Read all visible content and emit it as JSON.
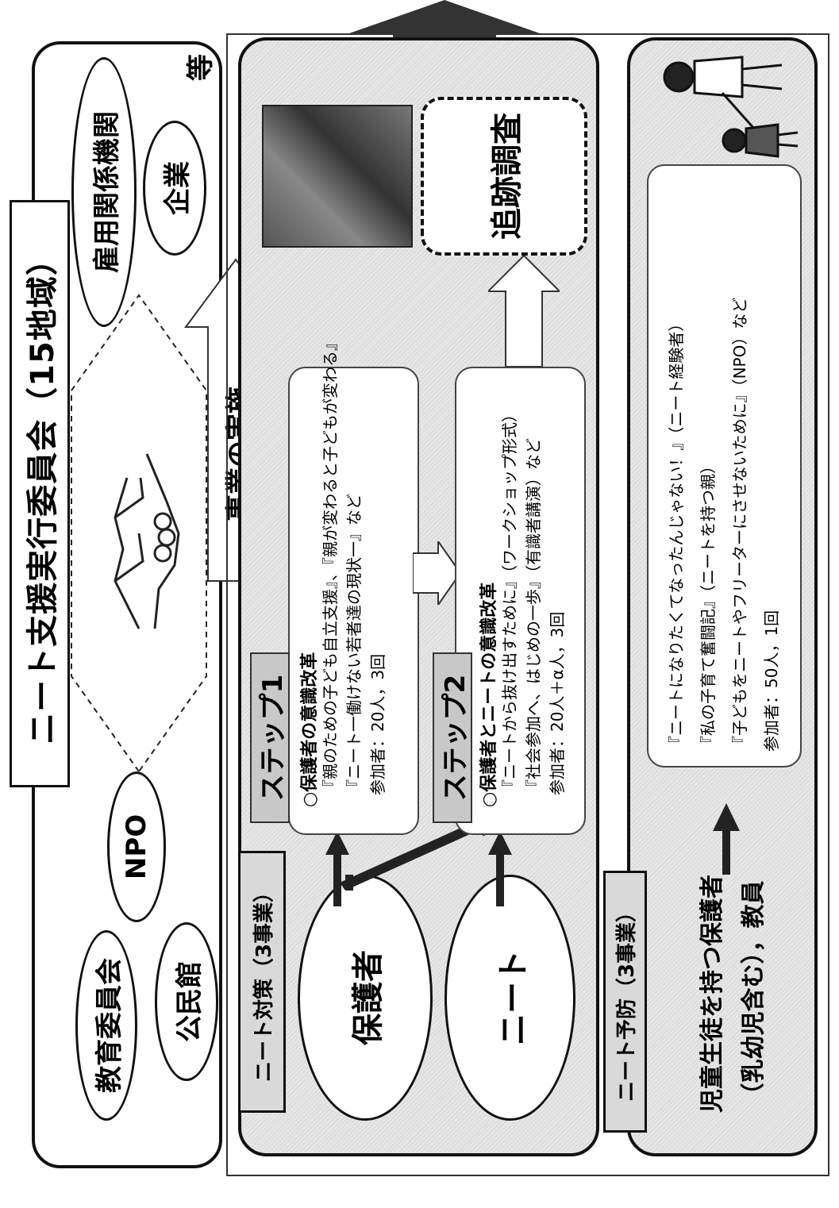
{
  "committee": {
    "title": "ニート支援実行委員会（15地域）",
    "members": [
      "教育委員会",
      "NPO",
      "公民館",
      "雇用関係機関",
      "企業"
    ],
    "etc": "等"
  },
  "implementation": {
    "label": "事業の実施"
  },
  "measures": {
    "tag": "ニート対策（3事業）",
    "ovals": [
      "保護者",
      "ニート"
    ],
    "step1": {
      "label": "ステップ1",
      "heading": "○保護者の意識改革",
      "lines": [
        "『親のための子ども自立支援』、『親が変わると子どもが変わる』",
        "『ニート一働けない若者達の現状一』など",
        "参加者：20人，3回"
      ]
    },
    "step2": {
      "label": "ステップ2",
      "heading": "○保護者とニートの意識改革",
      "lines": [
        "『ニートから抜け出すために』（ワークショップ形式）",
        "『社会参加へ、はじめの一歩』（有識者講演）など",
        "参加者：20人＋α人，3回"
      ]
    },
    "followup": "追跡調査"
  },
  "prevention": {
    "tag": "ニート予防（3事業）",
    "target_line1": "児童生徒を持つ保護者",
    "target_line2": "（乳幼児含む），教員",
    "lines": [
      "『ニートになりたくてなったんじゃない！』（ニート経験者）",
      "『私の子育て奮闘記』（ニートを持つ親）",
      "『子どもをニートやフリーターにさせないために』（NPO）など",
      "参加者：50人，1回"
    ]
  },
  "icons": [
    "handshake-icon",
    "photo-image",
    "family-illustration"
  ]
}
